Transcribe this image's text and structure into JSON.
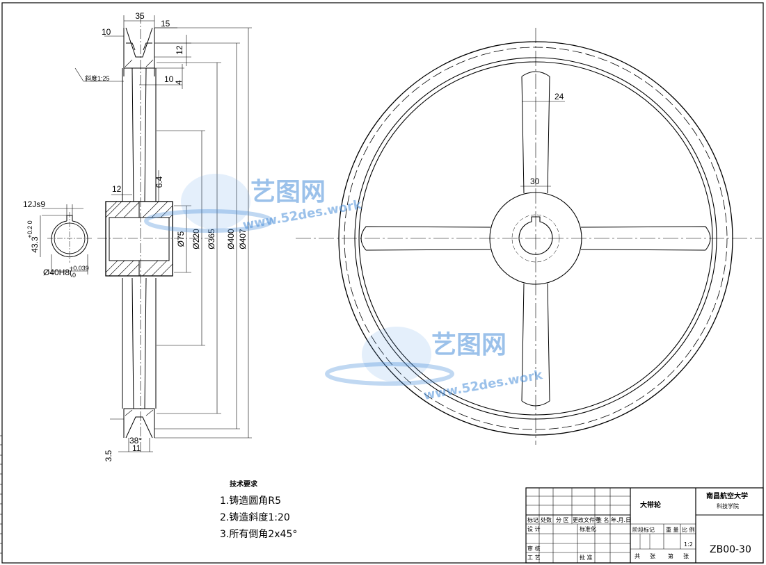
{
  "dims": {
    "top_width": "35",
    "top_left": "10",
    "top_right": "15",
    "groove_depth": "12",
    "slope": "斜度1:25",
    "rim_10": "10",
    "rim_4": "4",
    "hub_12": "12",
    "web_6_4": "6.4",
    "d75": "Ø75",
    "d220": "Ø220",
    "d365": "Ø365",
    "d400": "Ø400",
    "d407": "Ø407",
    "key_width": "12Js9",
    "key_depth": "43.3",
    "key_depth_tol": "+0.2 0",
    "bore": "Ø40H8(",
    "bore_tol_up": "+0.039",
    "bore_tol_low": "0",
    "groove_angle": "38°",
    "groove_11": "11",
    "groove_3_5": "3.5",
    "spoke_24": "24",
    "spoke_30": "30"
  },
  "notes": {
    "title": "技术要求",
    "line1": "1.铸造圆角R5",
    "line2": "2.铸造斜度1:20",
    "line3": "3.所有倒角2x45°"
  },
  "title_block": {
    "part_name": "大带轮",
    "school": "南昌航空大学",
    "college": "科技学院",
    "drawing_no": "ZB00-30",
    "scale": "1:2",
    "h_mark": "标记",
    "h_count": "处数",
    "h_zone": "分 区",
    "h_change": "更改文件号",
    "h_sign": "签 名",
    "h_date": "年.月.日",
    "h_design": "设 计",
    "h_std": "标准化",
    "h_stage": "阶段标记",
    "h_weight": "重 量",
    "h_ratio": "比 例",
    "h_review": "审 核",
    "h_process": "工 艺",
    "h_approve": "批 准",
    "h_total": "共",
    "h_sheet": "张",
    "h_page": "第",
    "h_page2": "张"
  },
  "watermark": {
    "brand": "艺图网",
    "url": "www.52des.work"
  }
}
